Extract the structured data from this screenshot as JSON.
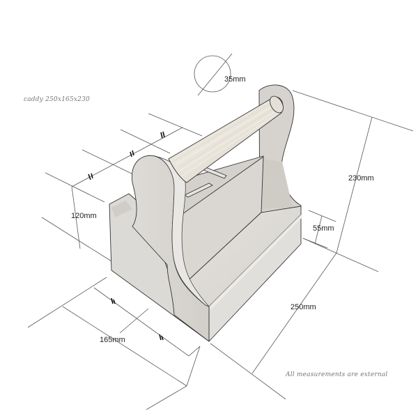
{
  "title": "caddy 250x165x230",
  "note": "All measurements are external",
  "dimensions": {
    "handle_diameter": "35mm",
    "overall_height": "230mm",
    "end_wall_height": "120mm",
    "side_wall_height": "55mm",
    "length": "250mm",
    "width": "165mm"
  },
  "colors": {
    "background": "#ffffff",
    "wood_panel": "#dcdad6",
    "wood_panel_light": "#e8e6e2",
    "wood_panel_dark": "#c9c6c1",
    "handle": "#ece9e1",
    "outline": "#333333",
    "dim_line": "#555555"
  }
}
